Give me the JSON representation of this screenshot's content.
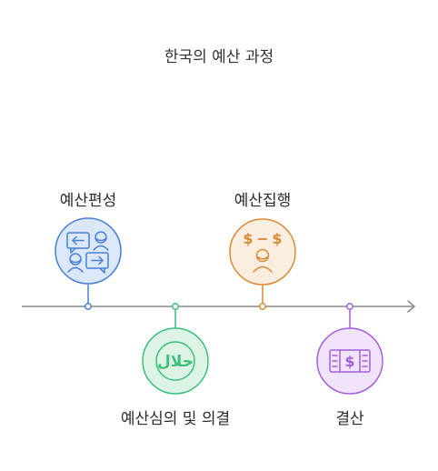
{
  "title": "한국의 예산 과정",
  "steps": [
    {
      "label": "예산편성",
      "icon": "exchange-chat-icon",
      "color": "#4a7fd4",
      "fill": "#dbe8fa"
    },
    {
      "label": "예산심의 및 의결",
      "icon": "halal-icon",
      "color": "#3cbf79",
      "fill": "#dcf3e6"
    },
    {
      "label": "예산집행",
      "icon": "person-money-icon",
      "color": "#d98a35",
      "fill": "#fbeee0"
    },
    {
      "label": "결산",
      "icon": "cash-icon",
      "color": "#a35fd9",
      "fill": "#f0e3fb"
    }
  ],
  "icon_text": {
    "halal": "حلال",
    "money_left": "$",
    "money_dash": "−",
    "money_right": "$",
    "cash_symbol": "$"
  },
  "colors": {
    "timeline": "#8a8a8a"
  }
}
